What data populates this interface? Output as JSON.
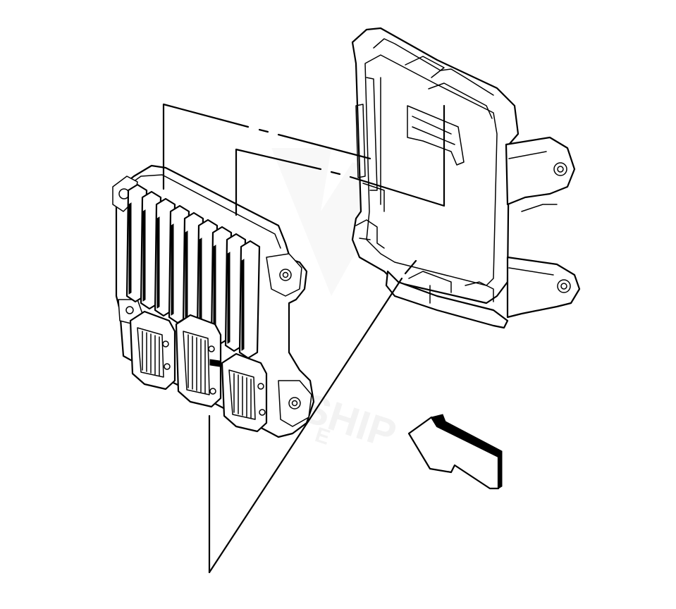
{
  "diagram": {
    "components": [
      {
        "id": "control-module",
        "name": "engine-control-module"
      },
      {
        "id": "bracket",
        "name": "mounting-bracket"
      }
    ],
    "callouts": [
      {
        "from": "control-module",
        "to": "bracket",
        "style": "dashed"
      },
      {
        "from": "control-module",
        "to": "bracket",
        "style": "dashed"
      },
      {
        "from": "control-module",
        "to": "bracket",
        "style": "solid"
      }
    ],
    "arrow": {
      "direction": "up-left",
      "icon": "install-direction-arrow-icon"
    }
  },
  "watermark": {
    "text": "SHIP",
    "suffix": "E"
  }
}
